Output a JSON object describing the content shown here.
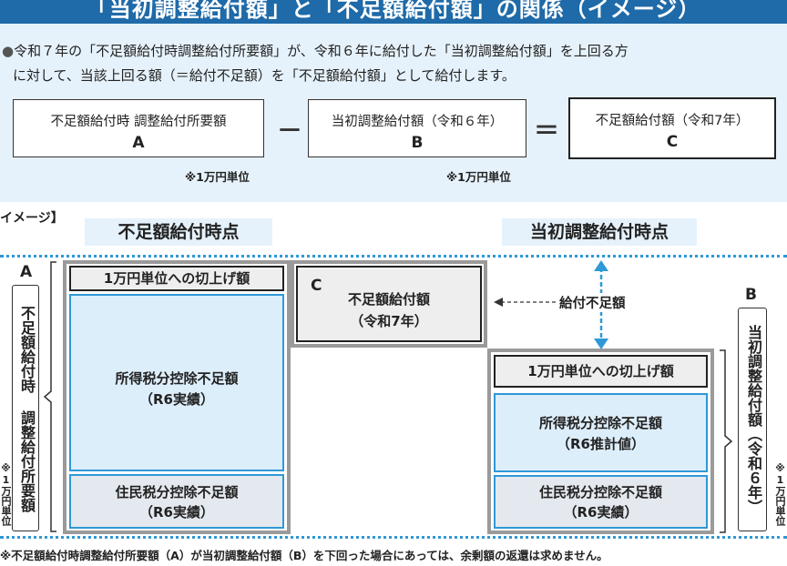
{
  "title": "「当初調整給付額」と「不足額給付額」の関係（イメージ）",
  "intro": {
    "bullet": "●",
    "line1": "令和７年の「不足額給付時調整給付所要額」が、令和６年に給付した「当初調整給付額」を上回る方",
    "line2": "に対して、当該上回る額（＝給付不足額）を「不足額給付額」として給付します。"
  },
  "formula": {
    "box_a_title": "不足額給付時 調整給付所要額",
    "box_a_letter": "A",
    "minus": "－",
    "box_b_title": "当初調整給付額（令和６年）",
    "box_b_letter": "B",
    "equals": "＝",
    "box_c_title": "不足額給付額（令和7年）",
    "box_c_letter": "C",
    "note_a": "※1万円単位",
    "note_b": "※1万円単位"
  },
  "image_label": "イメージ】",
  "headers": {
    "left": "不足額給付時点",
    "right": "当初調整給付時点"
  },
  "diagram": {
    "left_letter": "A",
    "left_vertical": "不足額給付時 調整給付所要額",
    "left_small": "※1万円単位",
    "right_letter": "B",
    "right_vertical": "当初調整給付額（令和６年）",
    "right_small": "※1万円単位",
    "left_stack": {
      "top": "1万円単位への切上げ額",
      "middle_line1": "所得税分控除不足額",
      "middle_line2": "（R6実績）",
      "bottom_line1": "住民税分控除不足額",
      "bottom_line2": "（R6実績）"
    },
    "c_box": {
      "letter": "C",
      "line1": "不足額給付額",
      "line2": "（令和7年）"
    },
    "arrow_label": "給付不足額",
    "right_stack": {
      "top": "1万円単位への切上げ額",
      "middle_line1": "所得税分控除不足額",
      "middle_line2": "（R6推計値）",
      "bottom_line1": "住民税分控除不足額",
      "bottom_line2": "（R6実績）"
    }
  },
  "footer": "※不足額給付時調整給付所要額（A）が当初調整給付額（B）を下回った場合にあっては、余剰額の返還は求めません。",
  "colors": {
    "title_bg": "#1f6aa8",
    "light_blue": "#e6f2fb",
    "accent": "#2f98d6"
  }
}
